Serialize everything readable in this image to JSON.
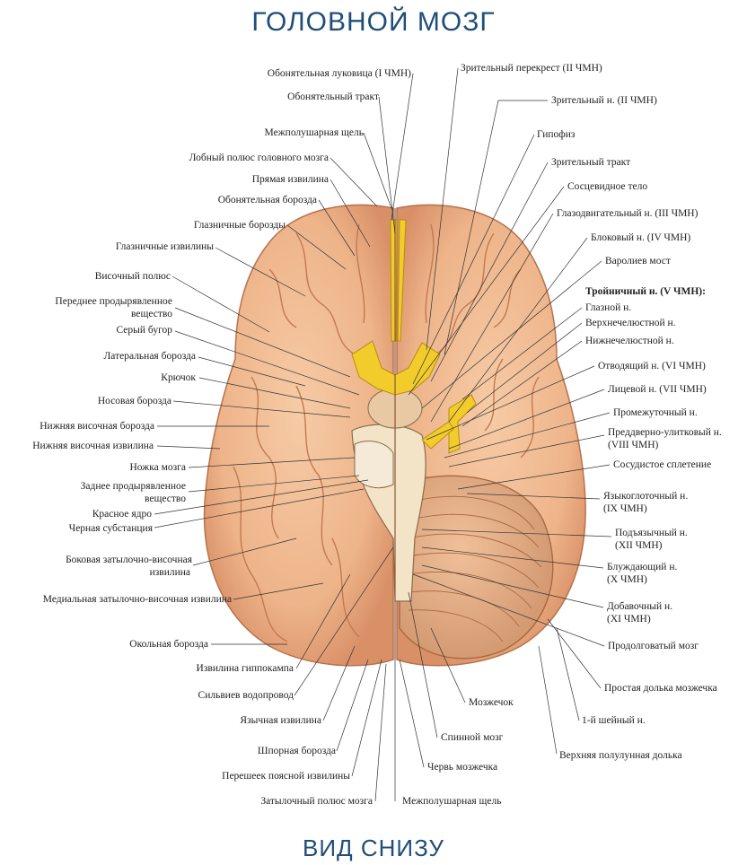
{
  "title": "ГОЛОВНОЙ МОЗГ",
  "subtitle": "ВИД СНИЗУ",
  "colors": {
    "title": "#1f4e79",
    "cortex": "#f0b98e",
    "cortex_shade": "#d98f63",
    "nerve": "#f2cc2b",
    "cerebellum": "#e9b186"
  },
  "labels": {
    "l1": "Обонятельная луковица (I ЧМН)",
    "l2": "Обонятельный тракт",
    "l3": "Межполушарная щель",
    "l4": "Лобный полюс головного мозга",
    "l5": "Прямая извилина",
    "l6": "Обонятельная борозда",
    "l7": "Глазничные борозды",
    "l8": "Глазничные извилины",
    "l9": "Височный полюс",
    "l10a": "Переднее продырявленное",
    "l10b": "вещество",
    "l11": "Серый бугор",
    "l12": "Латеральная борозда",
    "l13": "Крючок",
    "l14": "Носовая борозда",
    "l15": "Нижняя височная борозда",
    "l16": "Нижняя височная извилина",
    "l17": "Ножка мозга",
    "l18a": "Заднее продырявленное",
    "l18b": "вещество",
    "l19": "Красное ядро",
    "l20": "Черная субстанция",
    "l21a": "Боковая затылочно-височная",
    "l21b": "извилина",
    "l22": "Медиальная затылочно-височная извилина",
    "l23": "Окольная борозда",
    "l24": "Извилина гиппокампа",
    "l25": "Сильвиев водопровод",
    "l26": "Язычная извилина",
    "l27": "Шпорная борозда",
    "l28": "Перешеек поясной извилины",
    "l29": "Затылочный полюс мозга",
    "r1": "Зрительный перекрест (II ЧМН)",
    "r2": "Зрительный н. (II ЧМН)",
    "r3": "Гипофиз",
    "r4": "Зрительный тракт",
    "r5": "Сосцевидное тело",
    "r6": "Глазодвигательный н. (III ЧМН)",
    "r7": "Блоковый н. (IV ЧМН)",
    "r8": "Варолиев мост",
    "r9": "Тройничный н. (V ЧМН):",
    "r10": "Глазной н.",
    "r11": "Верхнечелюстной н.",
    "r12": "Нижнечелюстной н.",
    "r13": "Отводящий н. (VI ЧМН)",
    "r14": "Лицевой н. (VII ЧМН)",
    "r15": "Промежуточный н.",
    "r16a": "Преддверно-улитковый н.",
    "r16b": "(VIII ЧМН)",
    "r17": "Сосудистое сплетение",
    "r18a": "Языкоглоточный н.",
    "r18b": "(IX ЧМН)",
    "r19a": "Подъязычный н.",
    "r19b": "(XII ЧМН)",
    "r20a": "Блуждающий н.",
    "r20b": "(X ЧМН)",
    "r21a": "Добавочный н.",
    "r21b": "(XI ЧМН)",
    "r22": "Продолговатый мозг",
    "r23": "Простая долька мозжечка",
    "r24": "1-й шейный н.",
    "r25": "Верхняя полулунная долька",
    "b1": "Мозжечок",
    "b2": "Спинной мозг",
    "b3": "Червь мозжечка",
    "b4": "Межполушарная щель"
  }
}
